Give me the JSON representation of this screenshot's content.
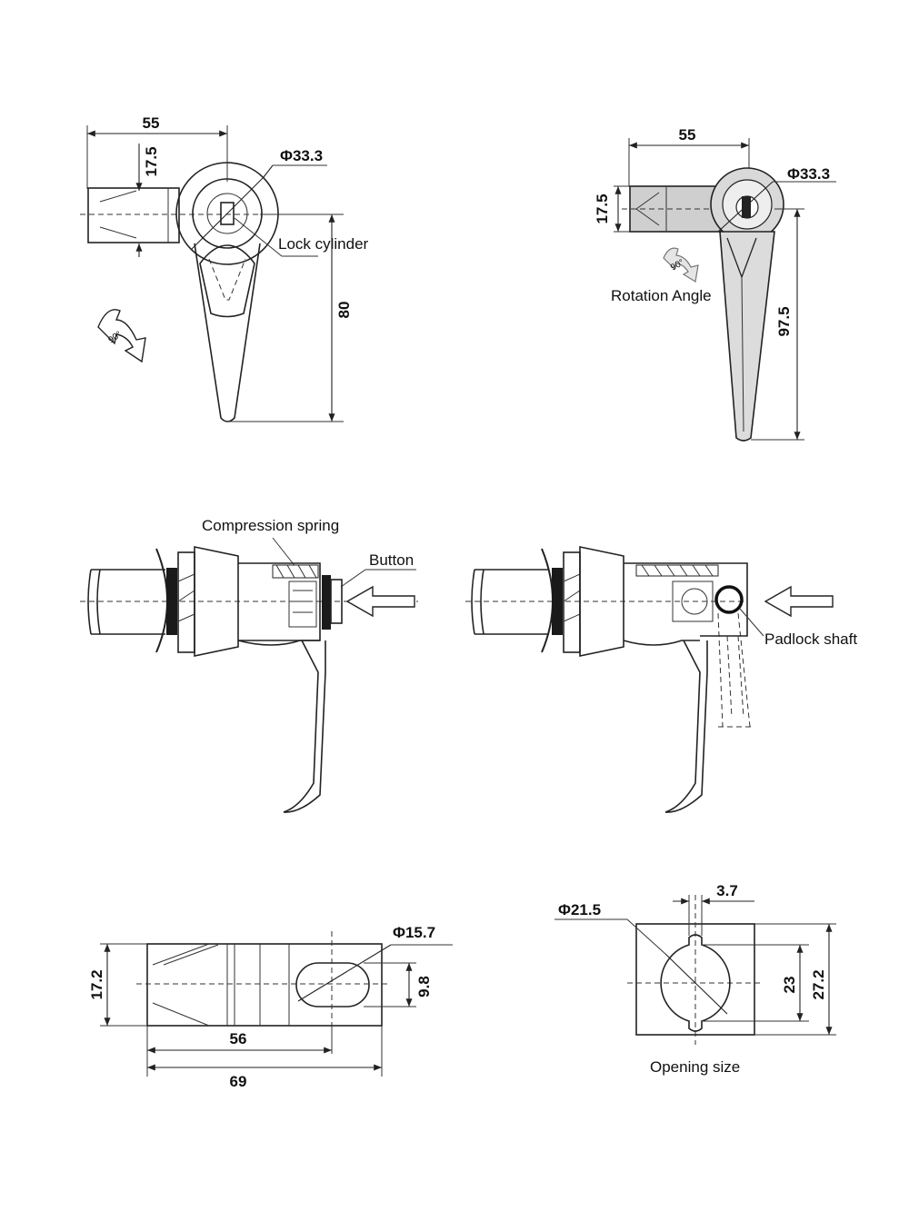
{
  "dimensions": {
    "top_left_width": "55",
    "top_left_height": "17.5",
    "top_left_diameter": "Φ33.3",
    "top_left_length": "80",
    "top_right_width": "55",
    "top_right_height": "17.5",
    "top_right_diameter": "Φ33.3",
    "top_right_length": "97.5",
    "bottom_left_height": "17.2",
    "bottom_left_diameter": "Φ15.7",
    "bottom_left_slot": "9.8",
    "bottom_left_len_inner": "56",
    "bottom_left_len_outer": "69",
    "bottom_right_slot_width": "3.7",
    "bottom_right_diameter": "Φ21.5",
    "bottom_right_inner": "23",
    "bottom_right_outer": "27.2"
  },
  "rotation_badges": {
    "left": "90°",
    "right": "90°"
  },
  "labels": {
    "lock_cylinder": "Lock cylinder",
    "rotation_angle": "Rotation Angle",
    "compression_spring": "Compression spring",
    "button": "Button",
    "padlock_shaft": "Padlock shaft",
    "opening_size": "Opening size"
  }
}
